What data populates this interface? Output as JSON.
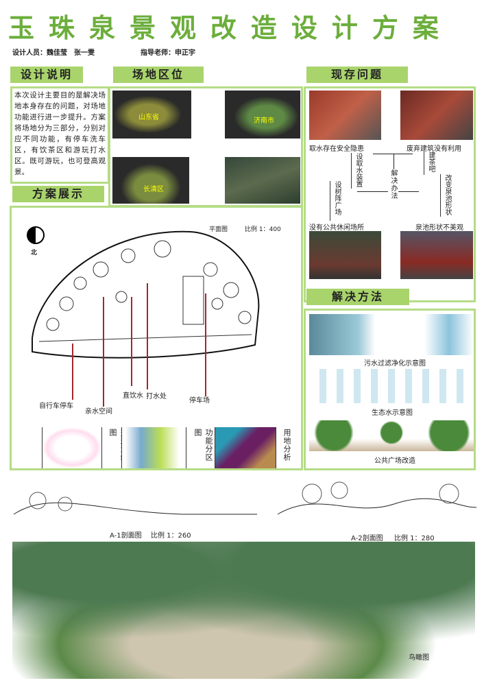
{
  "title_chars": [
    "玉",
    "珠",
    "泉",
    "景",
    "观",
    "改",
    "造",
    "设",
    "计",
    "方",
    "案"
  ],
  "credits": {
    "designers": "设计人员：魏佳莹　张一雯",
    "advisor": "指导老师：申正宇"
  },
  "sections": {
    "design_notes": "设计说明",
    "site_location": "场地区位",
    "existing_problems": "现存问题",
    "scheme_display": "方案展示",
    "solutions": "解决方法"
  },
  "design_notes_text": "本次设计主要目的是解决场地本身存在的问题，对场地功能进行进一步提升。方案将场地分为三部分，分别对应不同功能，有停车洗车区，有饮茶区和游玩打水区。既可游玩，也可登高观景。",
  "site_maps": [
    {
      "label": "山东省"
    },
    {
      "label": "济南市"
    },
    {
      "label": "长清区"
    },
    {
      "label": ""
    }
  ],
  "problems": {
    "items": [
      "取水存在安全隐患",
      "废弃建筑没有利用",
      "没有公共休闲场所",
      "泉池形状不美观"
    ],
    "solutions": [
      "设取水装置",
      "建茶吧",
      "设树阵广场",
      "改变泉池形状"
    ],
    "center": "解决办法"
  },
  "plan": {
    "title": "平面图",
    "scale": "比例 1：400",
    "north": "北",
    "labels": [
      "自行车停车",
      "亲水空间",
      "直饮水",
      "打水处",
      "停车场"
    ]
  },
  "analysis": [
    "交通流线图",
    "功能分区图",
    "用地分析"
  ],
  "solution_captions": [
    "污水过滤净化示意图",
    "生态水示意图",
    "公共广场改造"
  ],
  "sections_bottom": [
    {
      "name": "A-1剖面图",
      "scale": "比例 1：260"
    },
    {
      "name": "A-2剖面图",
      "scale": "比例 1：280"
    }
  ],
  "aerial_label": "鸟瞰图",
  "colors": {
    "accent": "#6cae3c",
    "label_bg": "#a9d46c",
    "border": "#b5dc86",
    "red_leader": "#a0262e"
  }
}
